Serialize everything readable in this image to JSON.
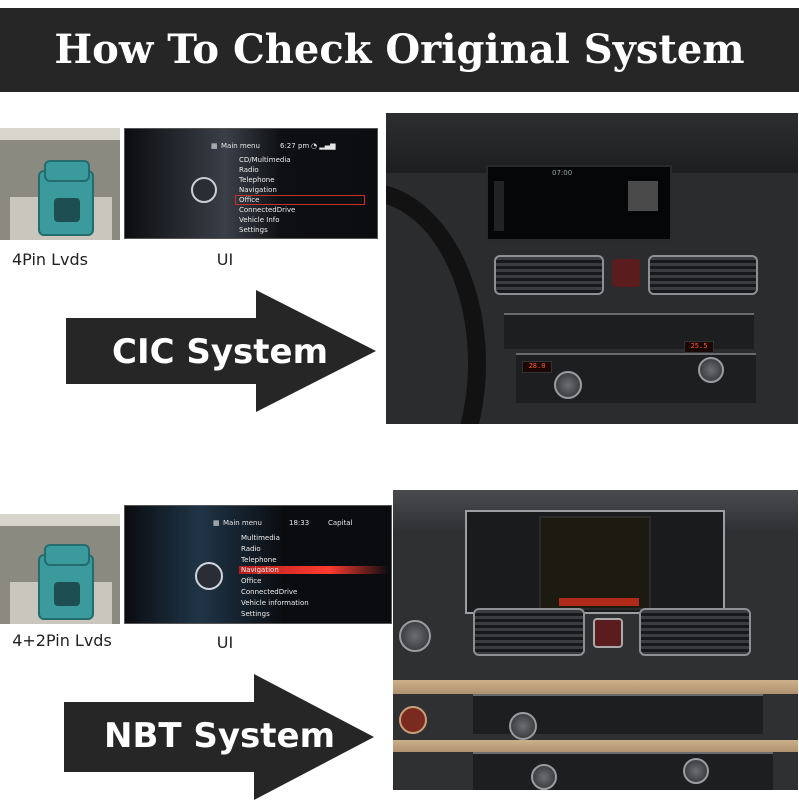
{
  "title": "How To Check Original System",
  "cic": {
    "connector_caption": "4Pin Lvds",
    "ui_caption": "UI",
    "arrow_label": "CIC System",
    "screen": {
      "header_title": "Main menu",
      "header_time": "6:27 pm",
      "menu_items": [
        "CD/Multimedia",
        "Radio",
        "Telephone",
        "Navigation",
        "Office",
        "ConnectedDrive",
        "Vehicle Info",
        "Settings"
      ],
      "selected_item": "Office"
    }
  },
  "nbt": {
    "connector_caption": "4+2Pin Lvds",
    "ui_caption": "UI",
    "arrow_label": "NBT System",
    "screen": {
      "header_title": "Main menu",
      "header_time": "18:33",
      "header_location": "Capital",
      "menu_items": [
        "Multimedia",
        "Radio",
        "Telephone",
        "Navigation",
        "Office",
        "ConnectedDrive",
        "Vehicle information",
        "Settings"
      ],
      "selected_item": "Navigation"
    }
  },
  "photos": {
    "cic_ac_left_temp": "28.0",
    "cic_ac_right_temp": "25.5",
    "cic_display_time": "07:00"
  },
  "colors": {
    "title_bar": "#262626",
    "arrow": "#262626",
    "connector_plug": "#3a9a9c",
    "cic_selection": "#c9302c",
    "nbt_selection": "#ff3b2f"
  }
}
